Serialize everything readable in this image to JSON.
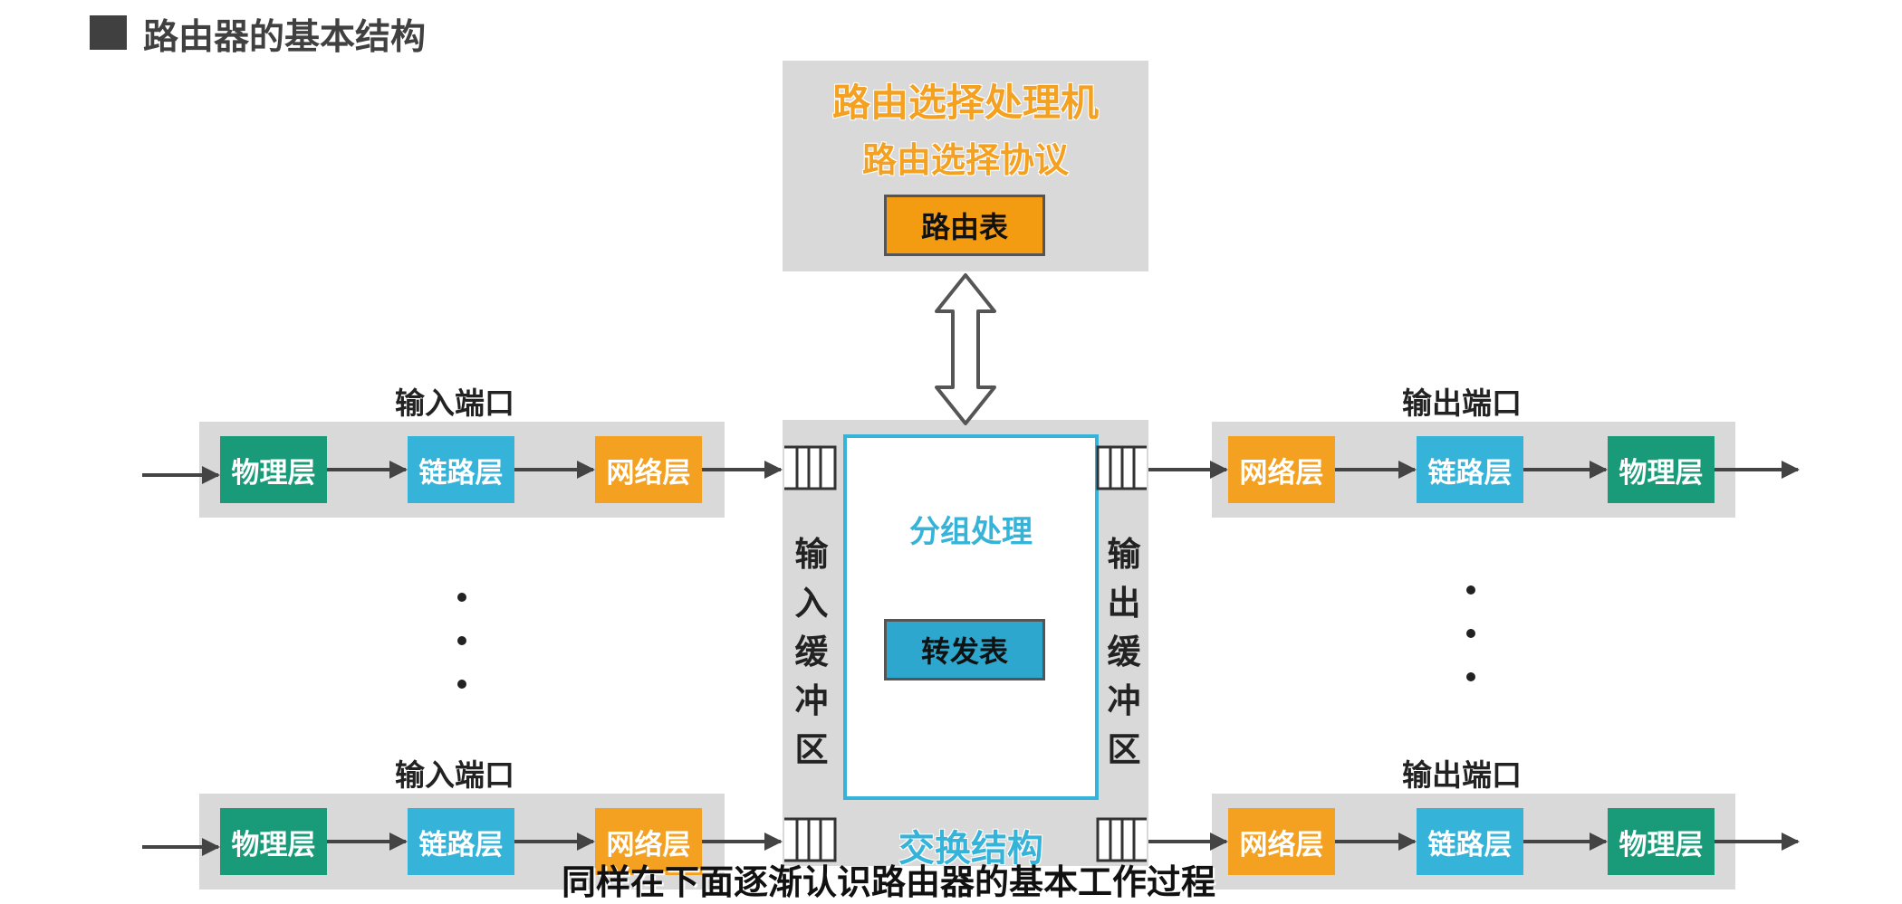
{
  "title": "路由器的基本结构",
  "routing_processor": {
    "title": "路由选择处理机",
    "protocol": "路由选择协议",
    "table": "路由表"
  },
  "input_ports": [
    {
      "label": "输入端口",
      "layers": [
        "物理层",
        "链路层",
        "网络层"
      ]
    },
    {
      "label": "输入端口",
      "layers": [
        "物理层",
        "链路层",
        "网络层"
      ]
    }
  ],
  "output_ports": [
    {
      "label": "输出端口",
      "layers": [
        "网络层",
        "链路层",
        "物理层"
      ]
    },
    {
      "label": "输出端口",
      "layers": [
        "网络层",
        "链路层",
        "物理层"
      ]
    }
  ],
  "switch_fabric": {
    "group_processing": "分组处理",
    "forwarding_table": "转发表",
    "label": "交换结构",
    "input_buffer": "输入缓冲区",
    "output_buffer": "输出缓冲区"
  },
  "colors": {
    "physical": "#199b7a",
    "link": "#36b3d9",
    "network": "#f4a020",
    "gray": "#d9d9d9"
  },
  "subtitle": "同样在下面逐渐认识路由器的基本工作过程"
}
